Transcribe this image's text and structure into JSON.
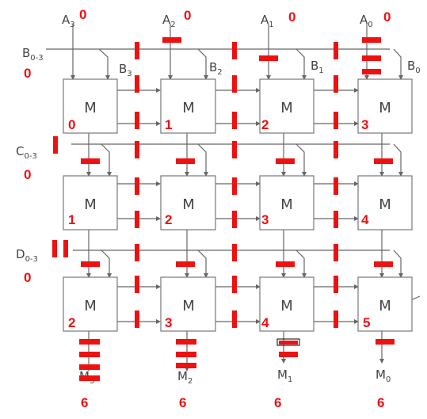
{
  "colors": {
    "red": "#ee1111",
    "line": "#666666",
    "text": "#444444"
  },
  "top_inputs": [
    {
      "name": "A",
      "sub": "3",
      "count": "0",
      "b_name": "B",
      "b_sub": "3"
    },
    {
      "name": "A",
      "sub": "2",
      "count": "0",
      "b_name": "B",
      "b_sub": "2"
    },
    {
      "name": "A",
      "sub": "1",
      "count": "0",
      "b_name": "B",
      "b_sub": "1"
    },
    {
      "name": "A",
      "sub": "0",
      "count": "0",
      "b_name": "B",
      "b_sub": "0"
    }
  ],
  "row_buses": [
    {
      "name": "B",
      "sub": "0-3",
      "count": "0"
    },
    {
      "name": "C",
      "sub": "0-3",
      "count": "0"
    },
    {
      "name": "D",
      "sub": "0-3",
      "count": "0"
    }
  ],
  "module_label": "M",
  "cells": [
    [
      "0",
      "1",
      "2",
      "3"
    ],
    [
      "1",
      "2",
      "3",
      "4"
    ],
    [
      "2",
      "3",
      "4",
      "5"
    ]
  ],
  "outputs": [
    {
      "name": "M",
      "sub": "3",
      "count": "6"
    },
    {
      "name": "M",
      "sub": "2",
      "count": "6"
    },
    {
      "name": "M",
      "sub": "1",
      "count": "6"
    },
    {
      "name": "M",
      "sub": "0",
      "count": "6"
    }
  ]
}
